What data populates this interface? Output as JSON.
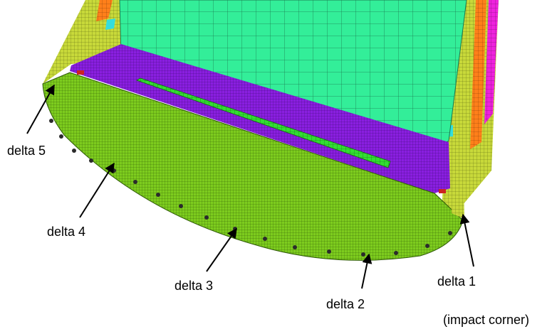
{
  "labels": {
    "delta5": "delta 5",
    "delta4": "delta 4",
    "delta3": "delta 3",
    "delta2": "delta 2",
    "delta1": "delta 1",
    "impact": "(impact corner)"
  },
  "colors": {
    "panel": "#33ee99",
    "mesh_body": "#7dcc1e",
    "mesh_edge": "#c8d93a",
    "frame_violet": "#8a1fe0",
    "strip_green": "#33dd33",
    "accent_orange": "#ff7f1a",
    "accent_magenta": "#ee22dd",
    "accent_cyan": "#33dddd",
    "accent_red": "#cc2222",
    "bolt_hole": "#2b2b2b",
    "arrow": "#000000"
  }
}
